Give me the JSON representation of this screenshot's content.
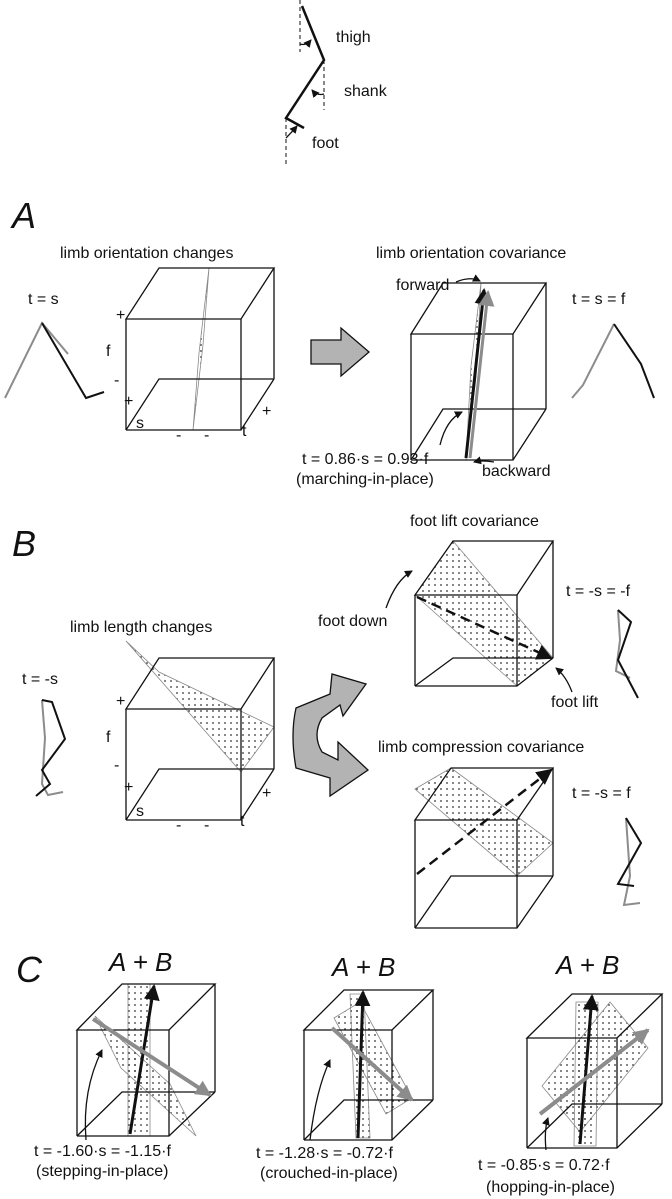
{
  "legend_diagram": {
    "thigh": "thigh",
    "shank": "shank",
    "foot": "foot"
  },
  "panel_A": {
    "letter": "A",
    "left_title": "limb orientation changes",
    "right_title": "limb orientation covariance",
    "left_eq": "t = s",
    "right_eq": "t = s = f",
    "forward": "forward",
    "backward": "backward",
    "plane_eq": "t = 0.86·s = 0.93·f",
    "plane_mode": "(marching-in-place)"
  },
  "panel_B": {
    "letter": "B",
    "left_title": "limb length changes",
    "left_eq": "t = -s",
    "top_title": "foot lift covariance",
    "top_eq": "t = -s = -f",
    "foot_down": "foot down",
    "foot_lift": "foot lift",
    "bottom_title": "limb compression covariance",
    "bottom_eq": "t = -s = f"
  },
  "axes": {
    "f": "f",
    "s": "s",
    "t": "t",
    "plus": "+",
    "minus": "-"
  },
  "panel_C": {
    "letter": "C",
    "combo": "A + B",
    "items": [
      {
        "eq": "t = -1.60·s = -1.15·f",
        "mode": "(stepping-in-place)"
      },
      {
        "eq": "t = -1.28·s = -0.72·f",
        "mode": "(crouched-in-place)"
      },
      {
        "eq": "t = -0.85·s = 0.72·f",
        "mode": "(hopping-in-place)"
      }
    ]
  },
  "colors": {
    "ink": "#111111",
    "gray": "#8c8c8c",
    "arrow_fill": "#b3b3b3"
  }
}
